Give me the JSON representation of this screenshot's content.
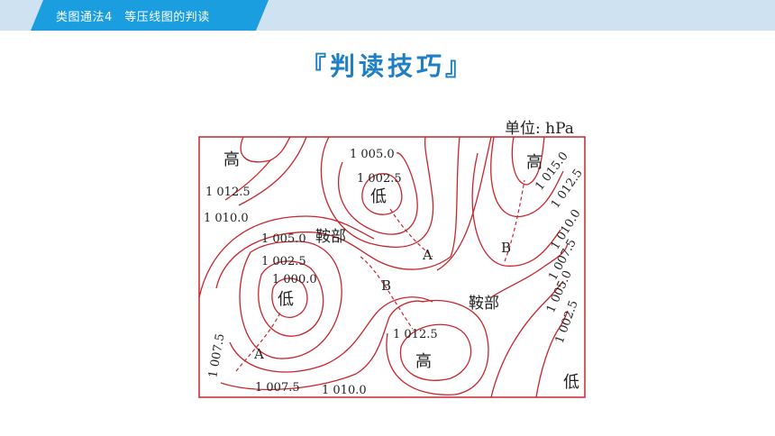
{
  "header": {
    "title": "类图通法4　等压线图的判读"
  },
  "heading": "『判读技巧』",
  "map": {
    "unit": "单位: hPa",
    "pressure_labels": {
      "high_top_left": "高",
      "high_top_right": "高",
      "high_bottom": "高",
      "low_top": "低",
      "low_left": "低",
      "low_bottom_right": "低",
      "saddle_left": "鞍部",
      "saddle_right": "鞍部"
    },
    "isobar_labels": {
      "l1012_5_left": "1 012.5",
      "l1010_0_left": "1 010.0",
      "l1005_0_top": "1 005.0",
      "l1002_5_top": "1 002.5",
      "l1005_0_mid": "1 005.0",
      "l1002_5_mid": "1 002.5",
      "l1000_0_mid": "1 000.0",
      "l1007_5_left_vertical": "1 007.5",
      "l1007_5_bottom": "1 007.5",
      "l1010_0_bottom": "1 010.0",
      "l1012_5_bottom": "1 012.5",
      "r1015_0": "1 015.0",
      "r1012_5": "1 012.5",
      "r1010_0": "1 010.0",
      "r1007_5": "1 007.5",
      "r1005_0": "1 005.0",
      "r1002_5": "1 002.5"
    },
    "points": {
      "a_upper": "A",
      "a_lower": "A",
      "b_middle": "B",
      "b_right": "B"
    }
  }
}
